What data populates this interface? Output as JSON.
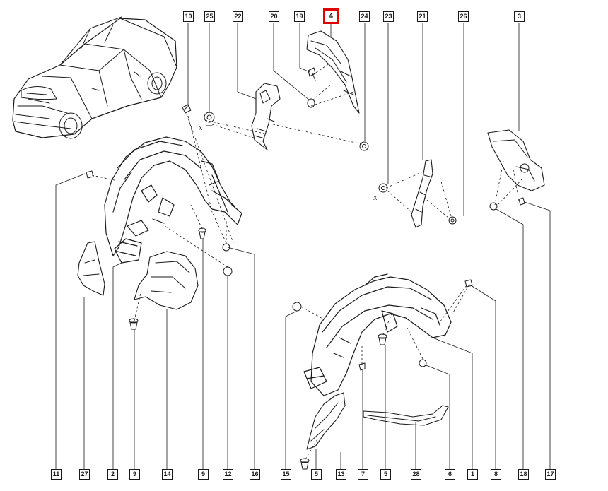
{
  "callouts": {
    "c10": "10",
    "c25": "25",
    "c22": "22",
    "c20": "20",
    "c19": "19",
    "c4": "4",
    "c24": "24",
    "c23": "23",
    "c21": "21",
    "c26": "26",
    "c3": "3",
    "c11": "11",
    "c27": "27",
    "c2": "2",
    "c9a": "9",
    "c14": "14",
    "c9b": "9",
    "c12": "12",
    "c16": "16",
    "c15": "15",
    "c5a": "5",
    "c13": "13",
    "c7": "7",
    "c5b": "5",
    "c28": "28",
    "c6": "6",
    "c1": "1",
    "c8": "8",
    "c18": "18",
    "c17": "17"
  },
  "highlight_color": "#e00000",
  "line_color": "#1a1a1a"
}
